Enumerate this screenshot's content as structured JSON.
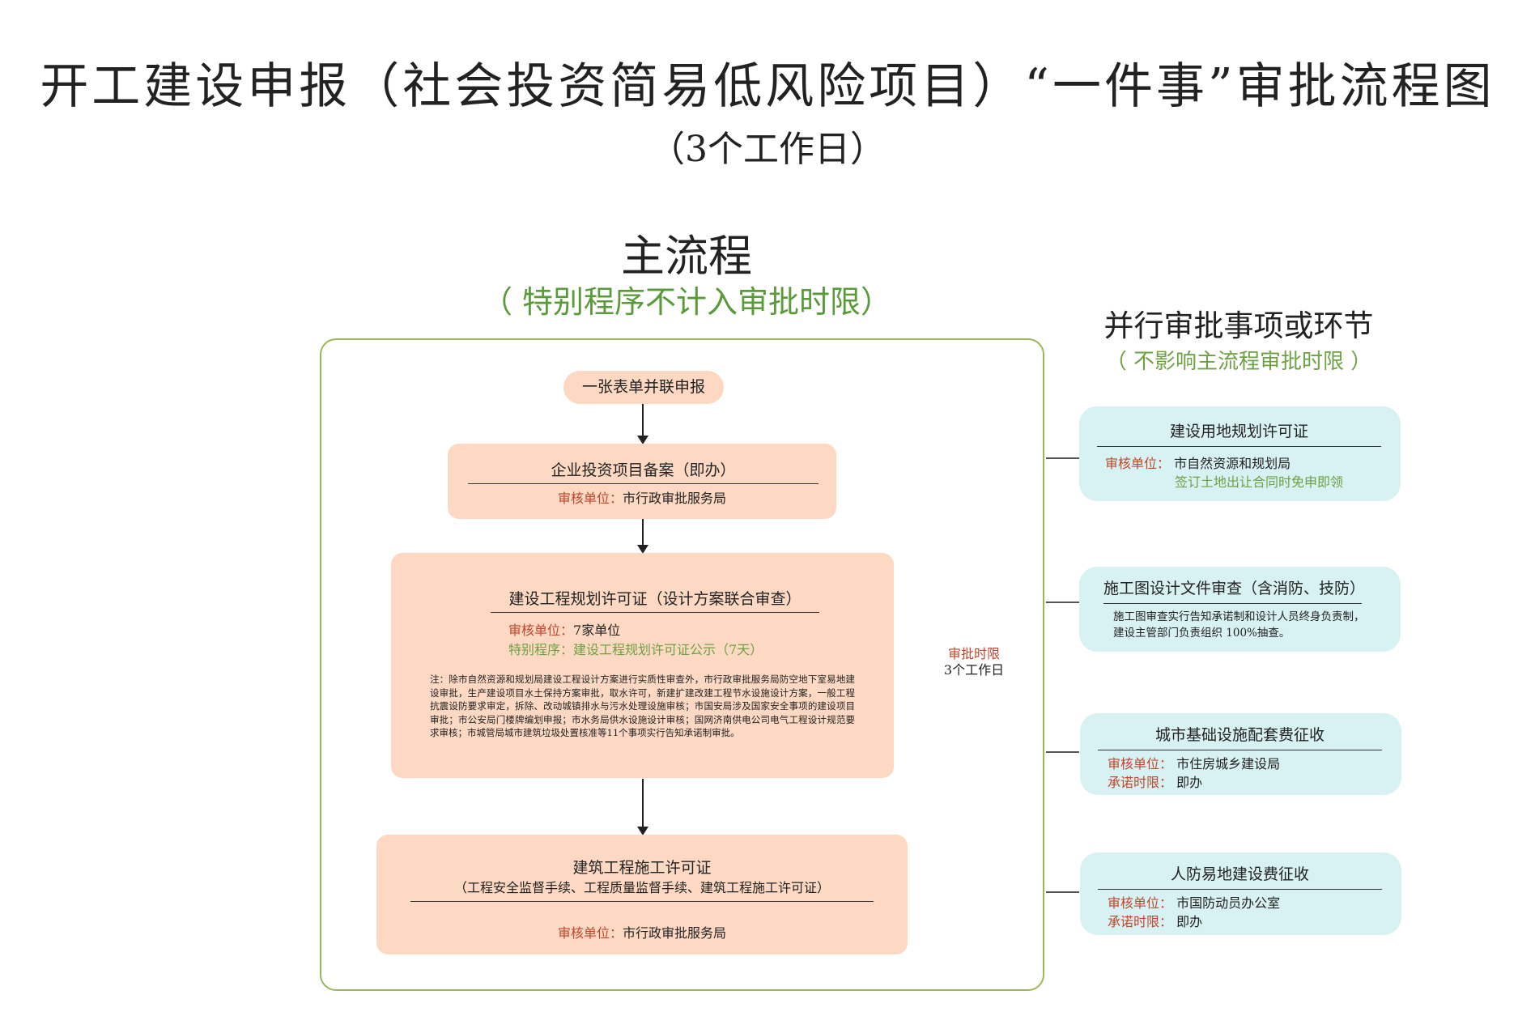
{
  "title": "开工建设申报（社会投资简易低风险项目）“一件事”审批流程图",
  "subtitle": "（3个工作日）",
  "main": {
    "heading": "主流程",
    "note": "（ 特别程序不计入审批时限）",
    "time_limit_label": "审批时限",
    "time_limit_value": "3个工作日",
    "steps": [
      {
        "title": "一张表单并联申报"
      },
      {
        "title": "企业投资项目备案（即办）",
        "unit_label": "审核单位：",
        "unit": "市行政审批服务局"
      },
      {
        "title": "建设工程规划许可证（设计方案联合审查）",
        "unit_label": "审核单位：",
        "unit": "7家单位",
        "special_label": "特别程序：",
        "special": "建设工程规划许可证公示（7天）",
        "footnote": "注：除市自然资源和规划局建设工程设计方案进行实质性审查外，市行政审批服务局防空地下室易地建设审批，生产建设项目水土保持方案审批，取水许可，新建扩建改建工程节水设施设计方案，一般工程抗震设防要求审定，拆除、改动城镇排水与污水处理设施审核；市国安局涉及国家安全事项的建设项目审批；市公安局门楼牌编划申报；市水务局供水设施设计审核；国网济南供电公司电气工程设计规范要求审核；市城管局城市建筑垃圾处置核准等11个事项实行告知承诺制审批。"
      },
      {
        "title": "建筑工程施工许可证",
        "subtitle": "（工程安全监督手续、工程质量监督手续、建筑工程施工许可证）",
        "unit_label": "审核单位：",
        "unit": "市行政审批服务局"
      }
    ]
  },
  "parallel": {
    "heading": "并行审批事项或环节",
    "note": "（ 不影响主流程审批时限 ）",
    "items": [
      {
        "title": "建设用地规划许可证",
        "unit_label": "审核单位：",
        "unit": "市自然资源和规划局",
        "extra": "签订土地出让合同时免申即领"
      },
      {
        "title": "施工图设计文件审查（含消防、技防）",
        "desc1": "施工图审查实行告知承诺制和设计人员终身负责制，",
        "desc2": "建设主管部门负责组织 100%抽查。"
      },
      {
        "title": "城市基础设施配套费征收",
        "unit_label": "审核单位：",
        "unit": "市住房城乡建设局",
        "limit_label": "承诺时限：",
        "limit": "即办"
      },
      {
        "title": "人防易地建设费征收",
        "unit_label": "审核单位：",
        "unit": "市国防动员办公室",
        "limit_label": "承诺时限：",
        "limit": "即办"
      }
    ]
  },
  "colors": {
    "salmon": "#fdd8c2",
    "teal": "#d8f1f3",
    "green": "#6ea044",
    "red": "#c0462c",
    "frame": "#9ab85a"
  }
}
